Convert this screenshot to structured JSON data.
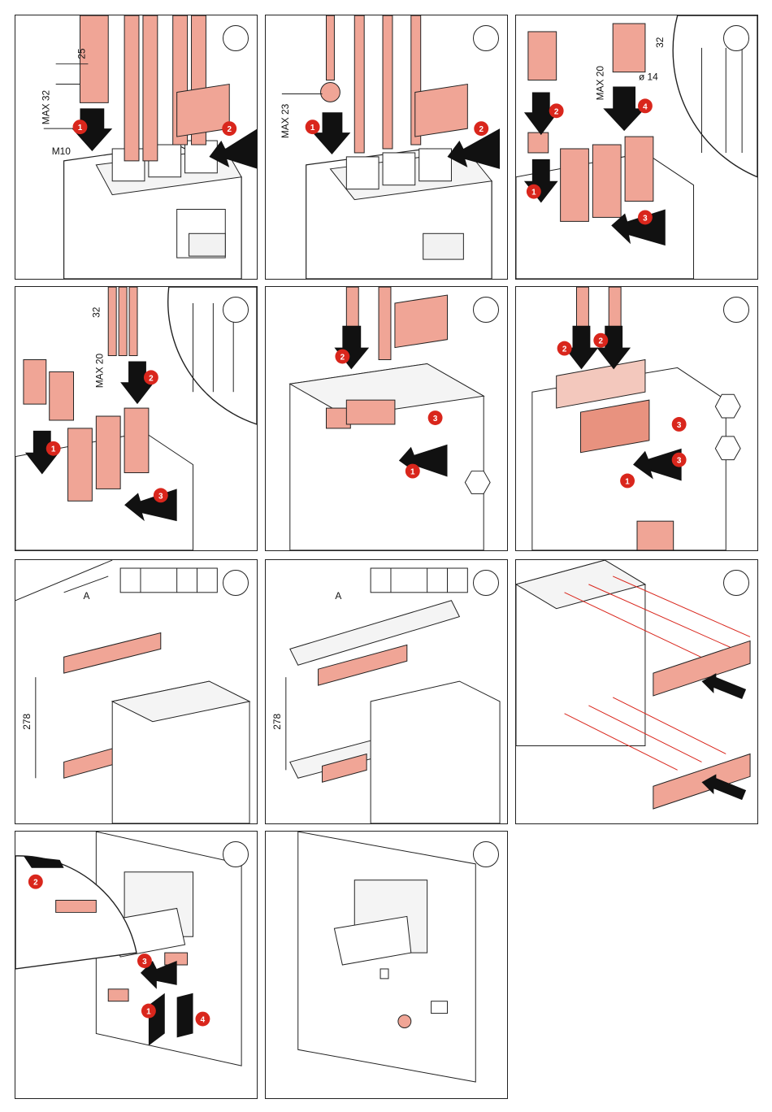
{
  "colors": {
    "copper": "#f0a596",
    "copper_dark": "#d9806e",
    "red": "#d9261c",
    "line": "#222222",
    "gray": "#f2f2f2"
  },
  "step_badges": [
    "1",
    "2",
    "3",
    "4"
  ],
  "panels": [
    {
      "labels": {
        "dim1": "25",
        "dim2": "MAX 32",
        "screw": "M10"
      }
    },
    {
      "labels": {
        "dim1": "MAX 23"
      }
    },
    {
      "labels": {
        "dim1": "32",
        "dim2": "MAX 20",
        "dim3": "ø 14"
      }
    },
    {
      "labels": {
        "dim1": "32",
        "dim2": "MAX 20"
      }
    },
    {
      "labels": {}
    },
    {
      "labels": {}
    },
    {
      "labels": {
        "dimA": "A",
        "dim278": "278"
      }
    },
    {
      "labels": {
        "dimA": "A",
        "dim278": "278"
      }
    },
    {
      "labels": {}
    },
    {
      "labels": {}
    },
    {
      "labels": {}
    }
  ]
}
